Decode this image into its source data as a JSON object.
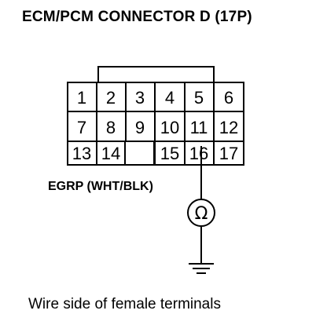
{
  "title": "ECM/PCM CONNECTOR D (17P)",
  "connector": {
    "rows": [
      [
        "1",
        "2",
        "3",
        "4",
        "5",
        "6"
      ],
      [
        "7",
        "8",
        "9",
        "10",
        "11",
        "12"
      ],
      [
        "13",
        "14",
        "",
        "15",
        "16",
        "17"
      ]
    ],
    "probed_terminal": "16"
  },
  "signal_label": "EGRP (WHT/BLK)",
  "meter_symbol": "Ω",
  "caption": "Wire side of female terminals"
}
